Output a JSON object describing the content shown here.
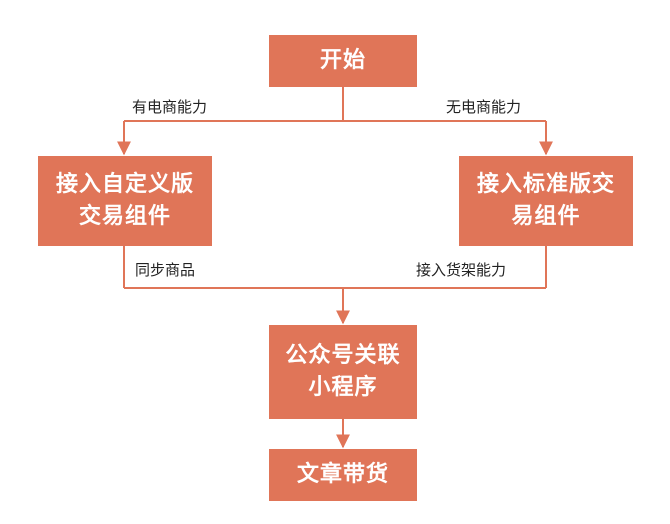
{
  "diagram": {
    "nodes": {
      "start": "开始",
      "custom_component_line1": "接入自定义版",
      "custom_component_line2": "交易组件",
      "standard_component_line1": "接入标准版交",
      "standard_component_line2": "易组件",
      "mini_program_line1": "公众号关联",
      "mini_program_line2": "小程序",
      "article_sales": "文章带货"
    },
    "edge_labels": {
      "has_ecommerce": "有电商能力",
      "no_ecommerce": "无电商能力",
      "sync_products": "同步商品",
      "shelf_capability": "接入货架能力"
    },
    "colors": {
      "node_fill": "#e07558",
      "line": "#e07558",
      "node_text": "#ffffff",
      "label_text": "#222222"
    }
  }
}
